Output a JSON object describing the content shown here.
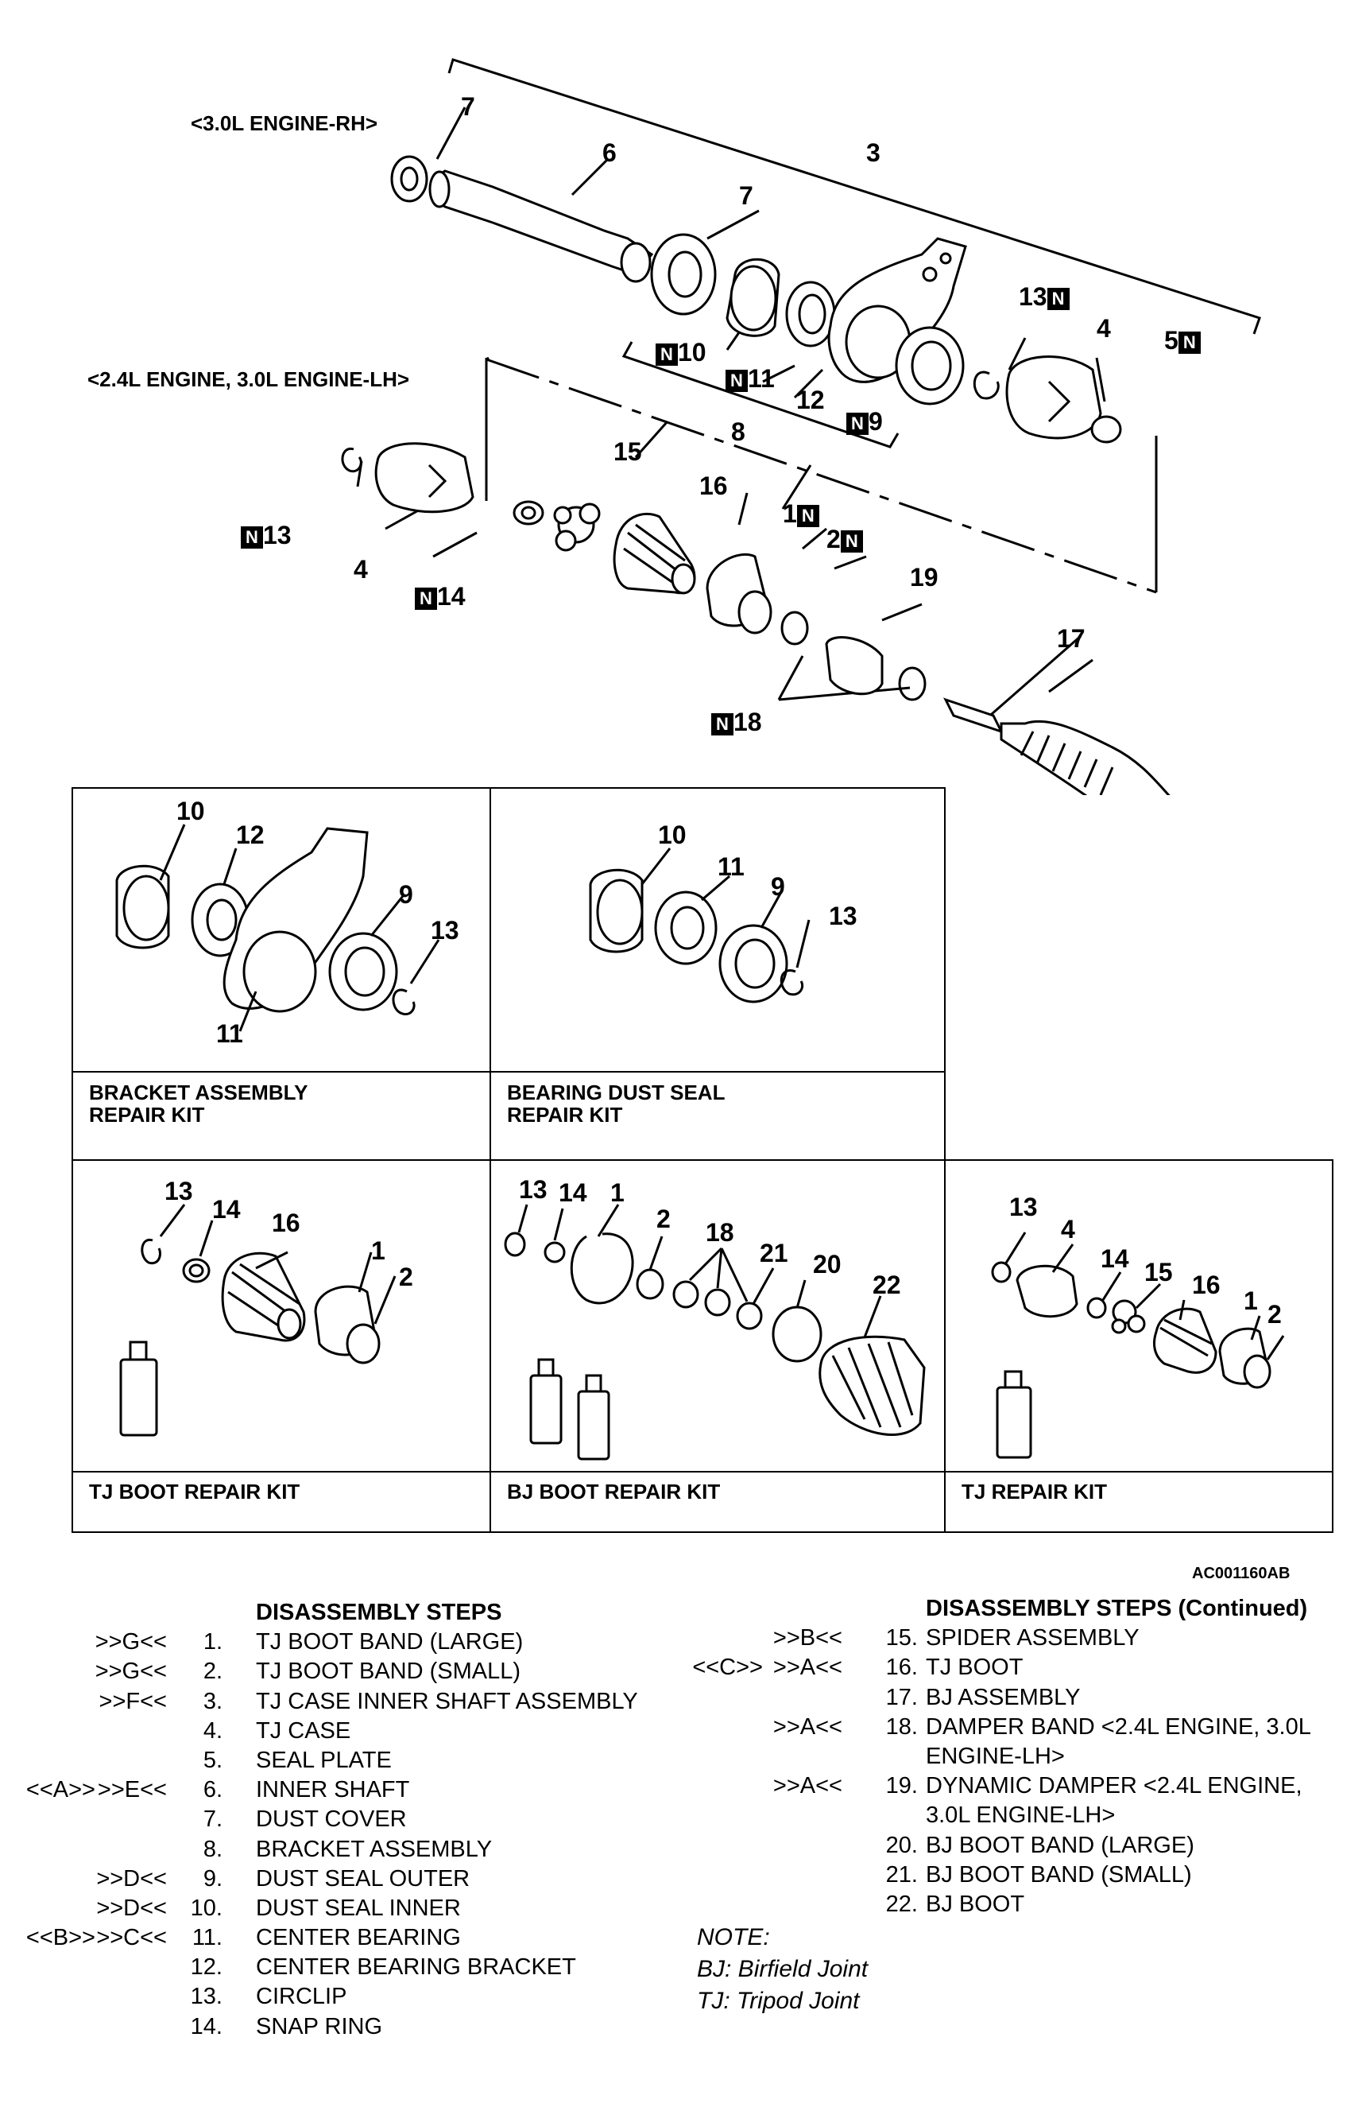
{
  "diagram": {
    "header_rh": "<3.0L ENGINE-RH>",
    "header_lh": "<2.4L ENGINE, 3.0L ENGINE-LH>",
    "new_marker": "N",
    "main_callouts": [
      "7",
      "6",
      "3",
      "7",
      "13",
      "4",
      "5",
      "10",
      "11",
      "12",
      "9",
      "8",
      "15",
      "16",
      "1",
      "2",
      "13",
      "4",
      "14",
      "19",
      "17",
      "18"
    ],
    "figure_code": "AC001160AB"
  },
  "kits": [
    {
      "label": "BRACKET ASSEMBLY\nREPAIR KIT",
      "callouts": [
        "10",
        "12",
        "9",
        "13",
        "11"
      ]
    },
    {
      "label": "BEARING DUST SEAL\nREPAIR KIT",
      "callouts": [
        "10",
        "11",
        "9",
        "13"
      ]
    },
    {
      "label": "TJ BOOT REPAIR KIT",
      "callouts": [
        "13",
        "14",
        "16",
        "1",
        "2"
      ]
    },
    {
      "label": "BJ BOOT REPAIR KIT",
      "callouts": [
        "13",
        "14",
        "1",
        "2",
        "18",
        "21",
        "20",
        "22"
      ]
    },
    {
      "label": "TJ REPAIR KIT",
      "callouts": [
        "13",
        "4",
        "14",
        "15",
        "16",
        "1",
        "2"
      ]
    }
  ],
  "steps_left": {
    "title": "DISASSEMBLY STEPS",
    "items": [
      {
        "c1": "",
        "c2": ">>G<<",
        "num": "1.",
        "text": "TJ BOOT BAND (LARGE)"
      },
      {
        "c1": "",
        "c2": ">>G<<",
        "num": "2.",
        "text": "TJ BOOT BAND (SMALL)"
      },
      {
        "c1": "",
        "c2": ">>F<<",
        "num": "3.",
        "text": "TJ CASE INNER SHAFT ASSEMBLY"
      },
      {
        "c1": "",
        "c2": "",
        "num": "4.",
        "text": "TJ CASE"
      },
      {
        "c1": "",
        "c2": "",
        "num": "5.",
        "text": "SEAL PLATE"
      },
      {
        "c1": "<<A>>",
        "c2": ">>E<<",
        "num": "6.",
        "text": "INNER SHAFT"
      },
      {
        "c1": "",
        "c2": "",
        "num": "7.",
        "text": "DUST COVER"
      },
      {
        "c1": "",
        "c2": "",
        "num": "8.",
        "text": "BRACKET ASSEMBLY"
      },
      {
        "c1": "",
        "c2": ">>D<<",
        "num": "9.",
        "text": "DUST SEAL OUTER"
      },
      {
        "c1": "",
        "c2": ">>D<<",
        "num": "10.",
        "text": "DUST SEAL INNER"
      },
      {
        "c1": "<<B>>",
        "c2": ">>C<<",
        "num": "11.",
        "text": "CENTER BEARING"
      },
      {
        "c1": "",
        "c2": "",
        "num": "12.",
        "text": "CENTER BEARING BRACKET"
      },
      {
        "c1": "",
        "c2": "",
        "num": "13.",
        "text": "CIRCLIP"
      },
      {
        "c1": "",
        "c2": "",
        "num": "14.",
        "text": "SNAP RING"
      }
    ]
  },
  "steps_right": {
    "title": "DISASSEMBLY STEPS (Continued)",
    "items": [
      {
        "c1": "",
        "c2": ">>B<<",
        "num": "15.",
        "text": "SPIDER ASSEMBLY"
      },
      {
        "c1": "<<C>>",
        "c2": ">>A<<",
        "num": "16.",
        "text": "TJ BOOT"
      },
      {
        "c1": "",
        "c2": "",
        "num": "17.",
        "text": "BJ ASSEMBLY"
      },
      {
        "c1": "",
        "c2": ">>A<<",
        "num": "18.",
        "text": "DAMPER BAND <2.4L ENGINE, 3.0L"
      },
      {
        "c1": "",
        "c2": "",
        "num": "",
        "text": "ENGINE-LH>"
      },
      {
        "c1": "",
        "c2": ">>A<<",
        "num": "19.",
        "text": "DYNAMIC DAMPER <2.4L ENGINE,"
      },
      {
        "c1": "",
        "c2": "",
        "num": "",
        "text": "3.0L ENGINE-LH>"
      },
      {
        "c1": "",
        "c2": "",
        "num": "20.",
        "text": "BJ BOOT BAND (LARGE)"
      },
      {
        "c1": "",
        "c2": "",
        "num": "21.",
        "text": "BJ BOOT BAND (SMALL)"
      },
      {
        "c1": "",
        "c2": "",
        "num": "22.",
        "text": "BJ BOOT"
      }
    ]
  },
  "note": {
    "title": "NOTE:",
    "lines": [
      "BJ: Birfield Joint",
      "TJ: Tripod Joint"
    ]
  }
}
